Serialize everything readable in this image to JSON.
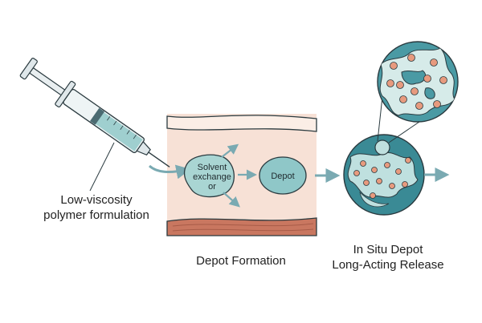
{
  "labels": {
    "injection_line1": "Low-viscosity",
    "injection_line2": "polymer formulation",
    "solvent_line1": "Solvent",
    "solvent_line2": "exchange",
    "solvent_line3": "or",
    "depot": "Depot",
    "depot_formation": "Depot Formation",
    "release_line1": "In Situ Depot",
    "release_line2": "Long-Acting Release"
  },
  "colors": {
    "tissue_fill": "#f7e1d6",
    "muscle": "#c97760",
    "depot_fill": "#8fc7c8",
    "depot_dark": "#3a8a95",
    "drug_particle": "#e79a7e",
    "outline": "#2a3a3f",
    "liquid": "#9fcfcf"
  },
  "icons": {
    "syringe": "syringe-icon",
    "magnifier": "magnified-matrix-icon",
    "arrow": "arrow-icon"
  }
}
